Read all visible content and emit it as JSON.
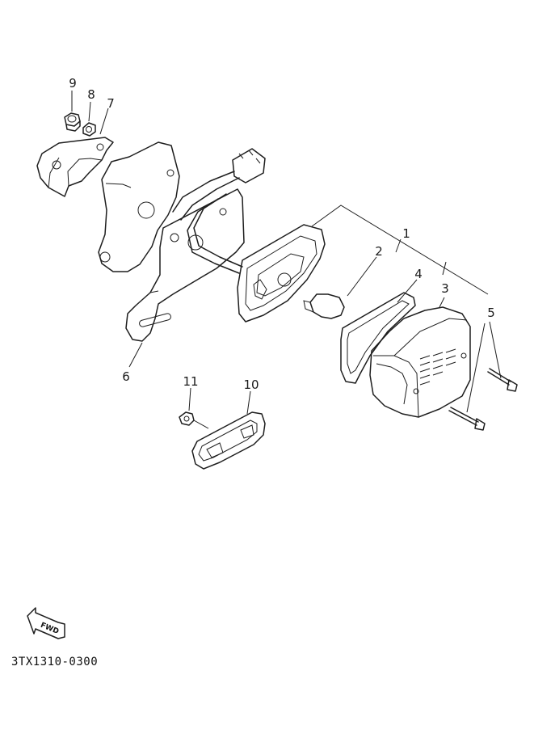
{
  "diagram": {
    "parts": [
      {
        "id": "1",
        "label": "1"
      },
      {
        "id": "2",
        "label": "2"
      },
      {
        "id": "3",
        "label": "3"
      },
      {
        "id": "4",
        "label": "4"
      },
      {
        "id": "5",
        "label": "5"
      },
      {
        "id": "6",
        "label": "6"
      },
      {
        "id": "7",
        "label": "7"
      },
      {
        "id": "8",
        "label": "8"
      },
      {
        "id": "9",
        "label": "9"
      },
      {
        "id": "10",
        "label": "10"
      },
      {
        "id": "11",
        "label": "11"
      }
    ],
    "fwd_label": "FWD",
    "diagram_code": "3TX1310-0300",
    "fwd_icon": "fwd-arrow-icon"
  }
}
